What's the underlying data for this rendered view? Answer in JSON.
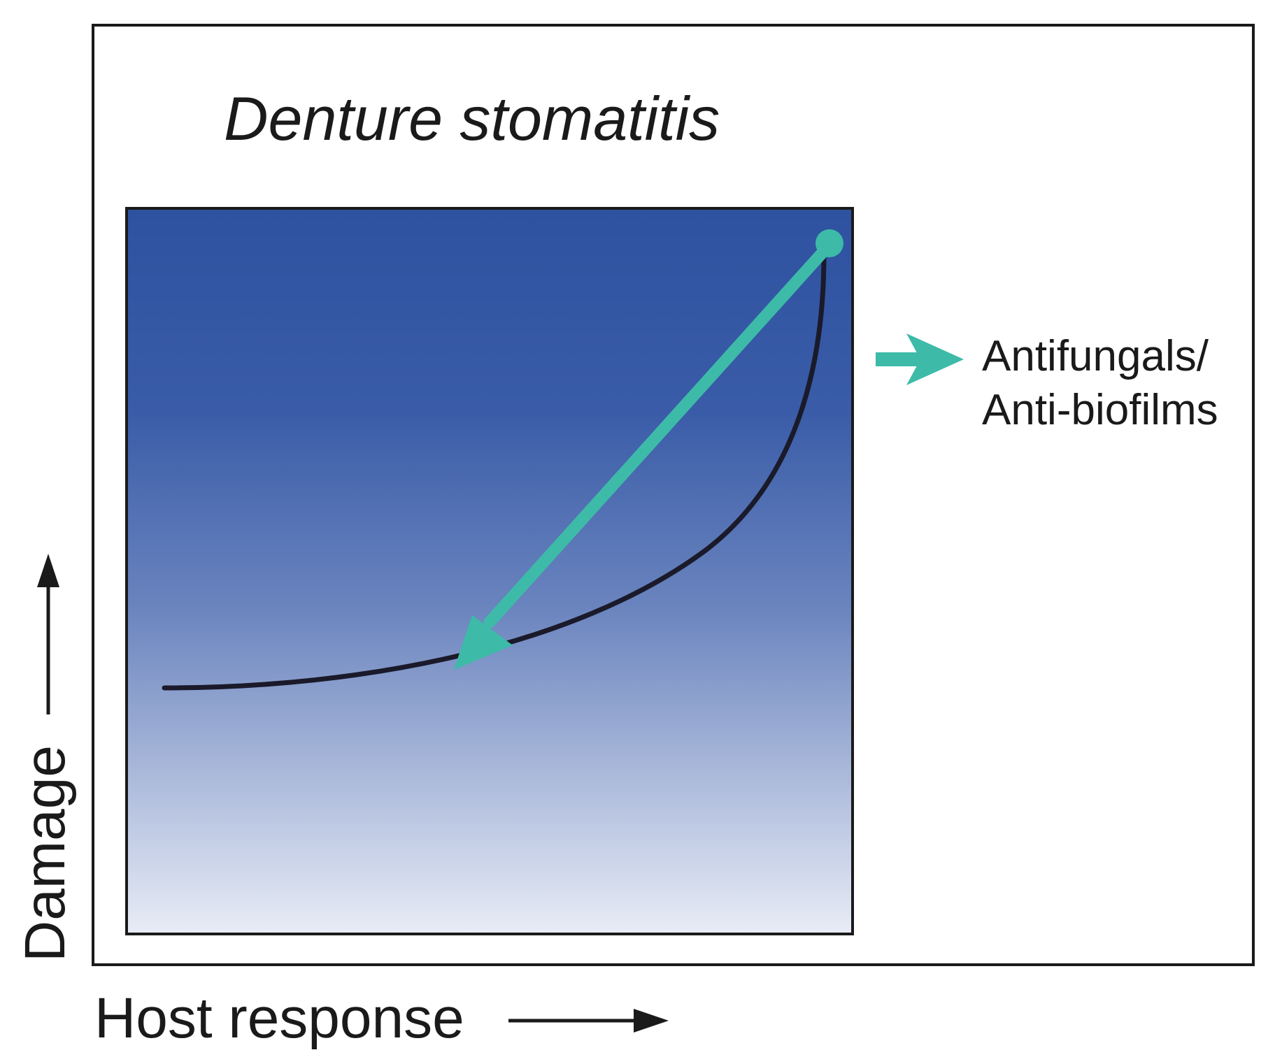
{
  "diagram": {
    "title": "Denture stomatitis",
    "treatment_label": {
      "line1": "Antifungals/",
      "line2": "Anti-biofilms"
    },
    "axes": {
      "x_label": "Host response",
      "y_label": "Damage"
    },
    "colors": {
      "gradient_top": "#2e52a0",
      "gradient_mid": "#5a78b8",
      "gradient_bottom": "#e8ecf6",
      "arrow": "#3dbba8",
      "curve": "#1a1a2a",
      "frame": "#1a1a1a"
    }
  }
}
